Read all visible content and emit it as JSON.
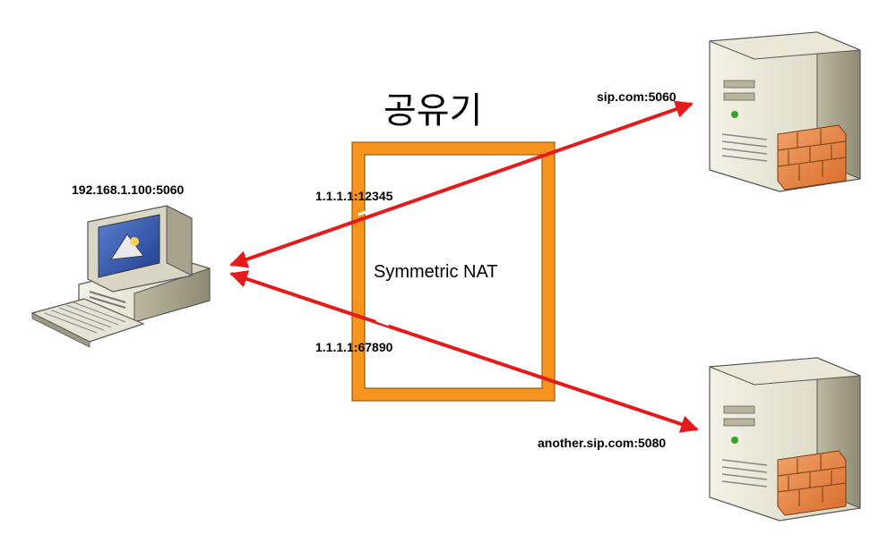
{
  "router": {
    "title": "공유기",
    "nat_type": "Symmetric NAT",
    "box_color": "#f7941d"
  },
  "client": {
    "icon": "desktop-computer-icon",
    "address": "192.168.1.100:5060"
  },
  "nat_mappings": [
    {
      "public_address": "1.1.1.1:12345"
    },
    {
      "public_address": "1.1.1.1:67890"
    }
  ],
  "servers": [
    {
      "icon": "server-with-firewall-icon",
      "address": "sip.com:5060"
    },
    {
      "icon": "server-with-firewall-icon",
      "address": "another.sip.com:5080"
    }
  ],
  "arrow_color": "#e31b1b"
}
